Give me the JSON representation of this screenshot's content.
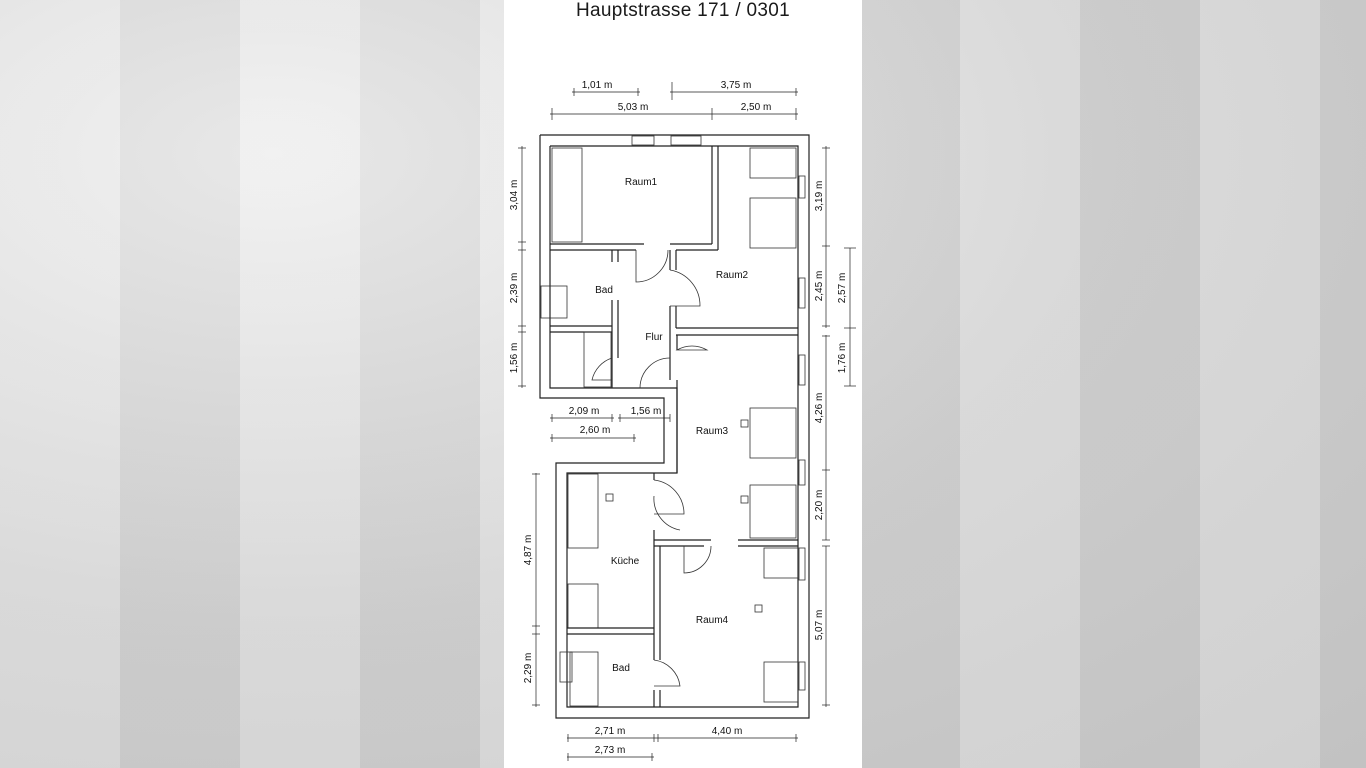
{
  "title": "Hauptstrasse  171  /  0301",
  "rooms": {
    "raum1": "Raum1",
    "raum2": "Raum2",
    "raum3": "Raum3",
    "raum4": "Raum4",
    "bad_top": "Bad",
    "bad_bottom": "Bad",
    "flur": "Flur",
    "kueche": "Küche"
  },
  "dims": {
    "top_1": "1,01 m",
    "top_2": "3,75 m",
    "top_3": "5,03 m",
    "top_4": "2,50 m",
    "left_1": "3,04 m",
    "left_2": "2,39 m",
    "left_3": "1,56 m",
    "left_4": "4,87 m",
    "left_5": "2,29 m",
    "right_1": "3,19 m",
    "right_2": "2,45 m",
    "right_3": "2,57 m",
    "right_4": "1,76 m",
    "right_5": "4,26 m",
    "right_6": "2,20 m",
    "right_7": "5,07 m",
    "mid_1": "2,09 m",
    "mid_2": "1,56 m",
    "mid_3": "2,60 m",
    "bot_1": "2,71 m",
    "bot_2": "4,40 m",
    "bot_3": "2,73 m"
  }
}
